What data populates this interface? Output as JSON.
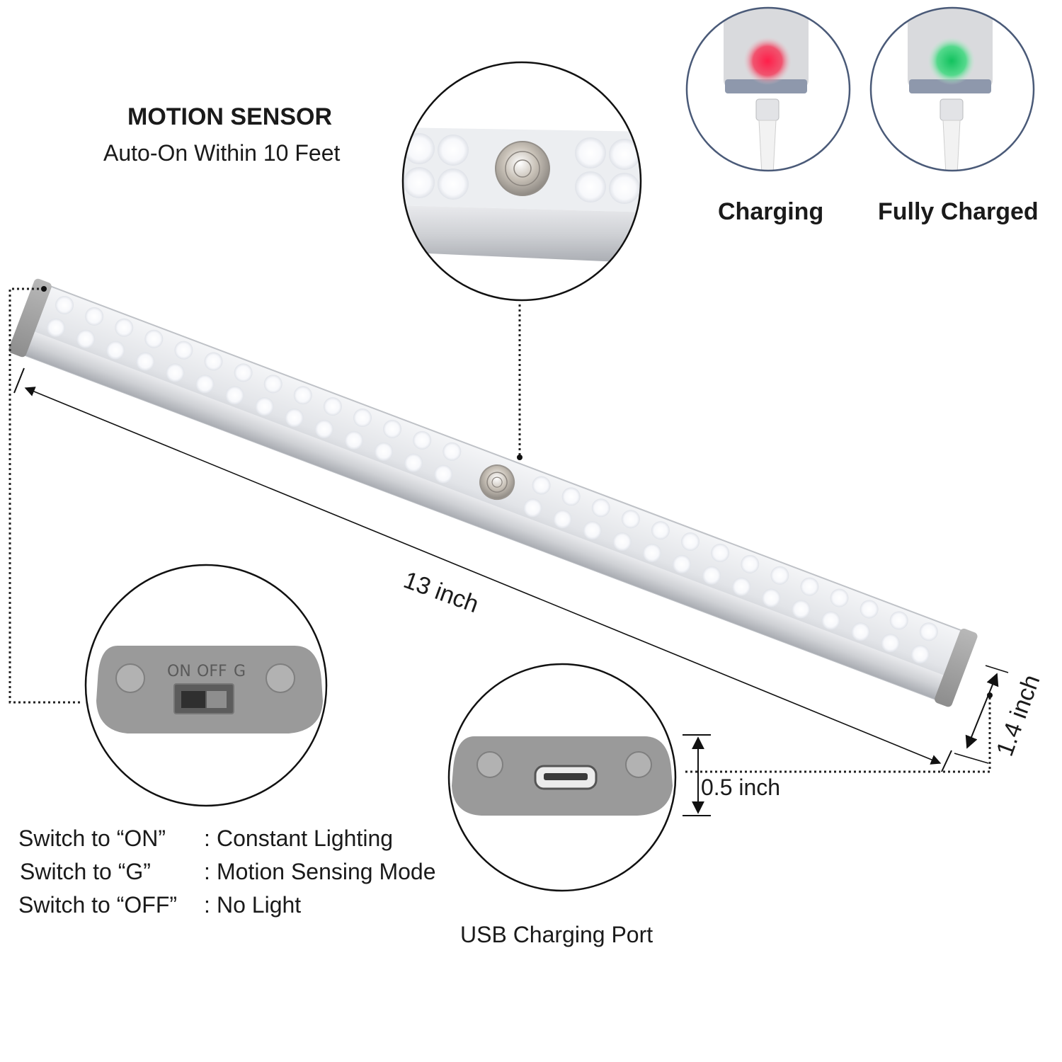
{
  "motion_sensor": {
    "title": "MOTION SENSOR",
    "subtitle": "Auto-On Within 10 Feet"
  },
  "indicators": {
    "charging_label": "Charging",
    "charging_color": "#f0244a",
    "full_label": "Fully Charged",
    "full_color": "#21c96a"
  },
  "dimensions": {
    "length": "13 inch",
    "thickness": "0.5 inch",
    "height": "1.4 inch"
  },
  "switch": {
    "labels": [
      "ON",
      "OFF",
      "G"
    ],
    "modes": [
      {
        "key": "Switch to “ON”",
        "sep": ":",
        "value": "Constant Lighting"
      },
      {
        "key": "Switch to “G”",
        "sep": ":",
        "value": "Motion Sensing Mode"
      },
      {
        "key": "Switch to “OFF”",
        "sep": ":",
        "value": "No Light"
      }
    ]
  },
  "usb_port_label": "USB Charging Port"
}
